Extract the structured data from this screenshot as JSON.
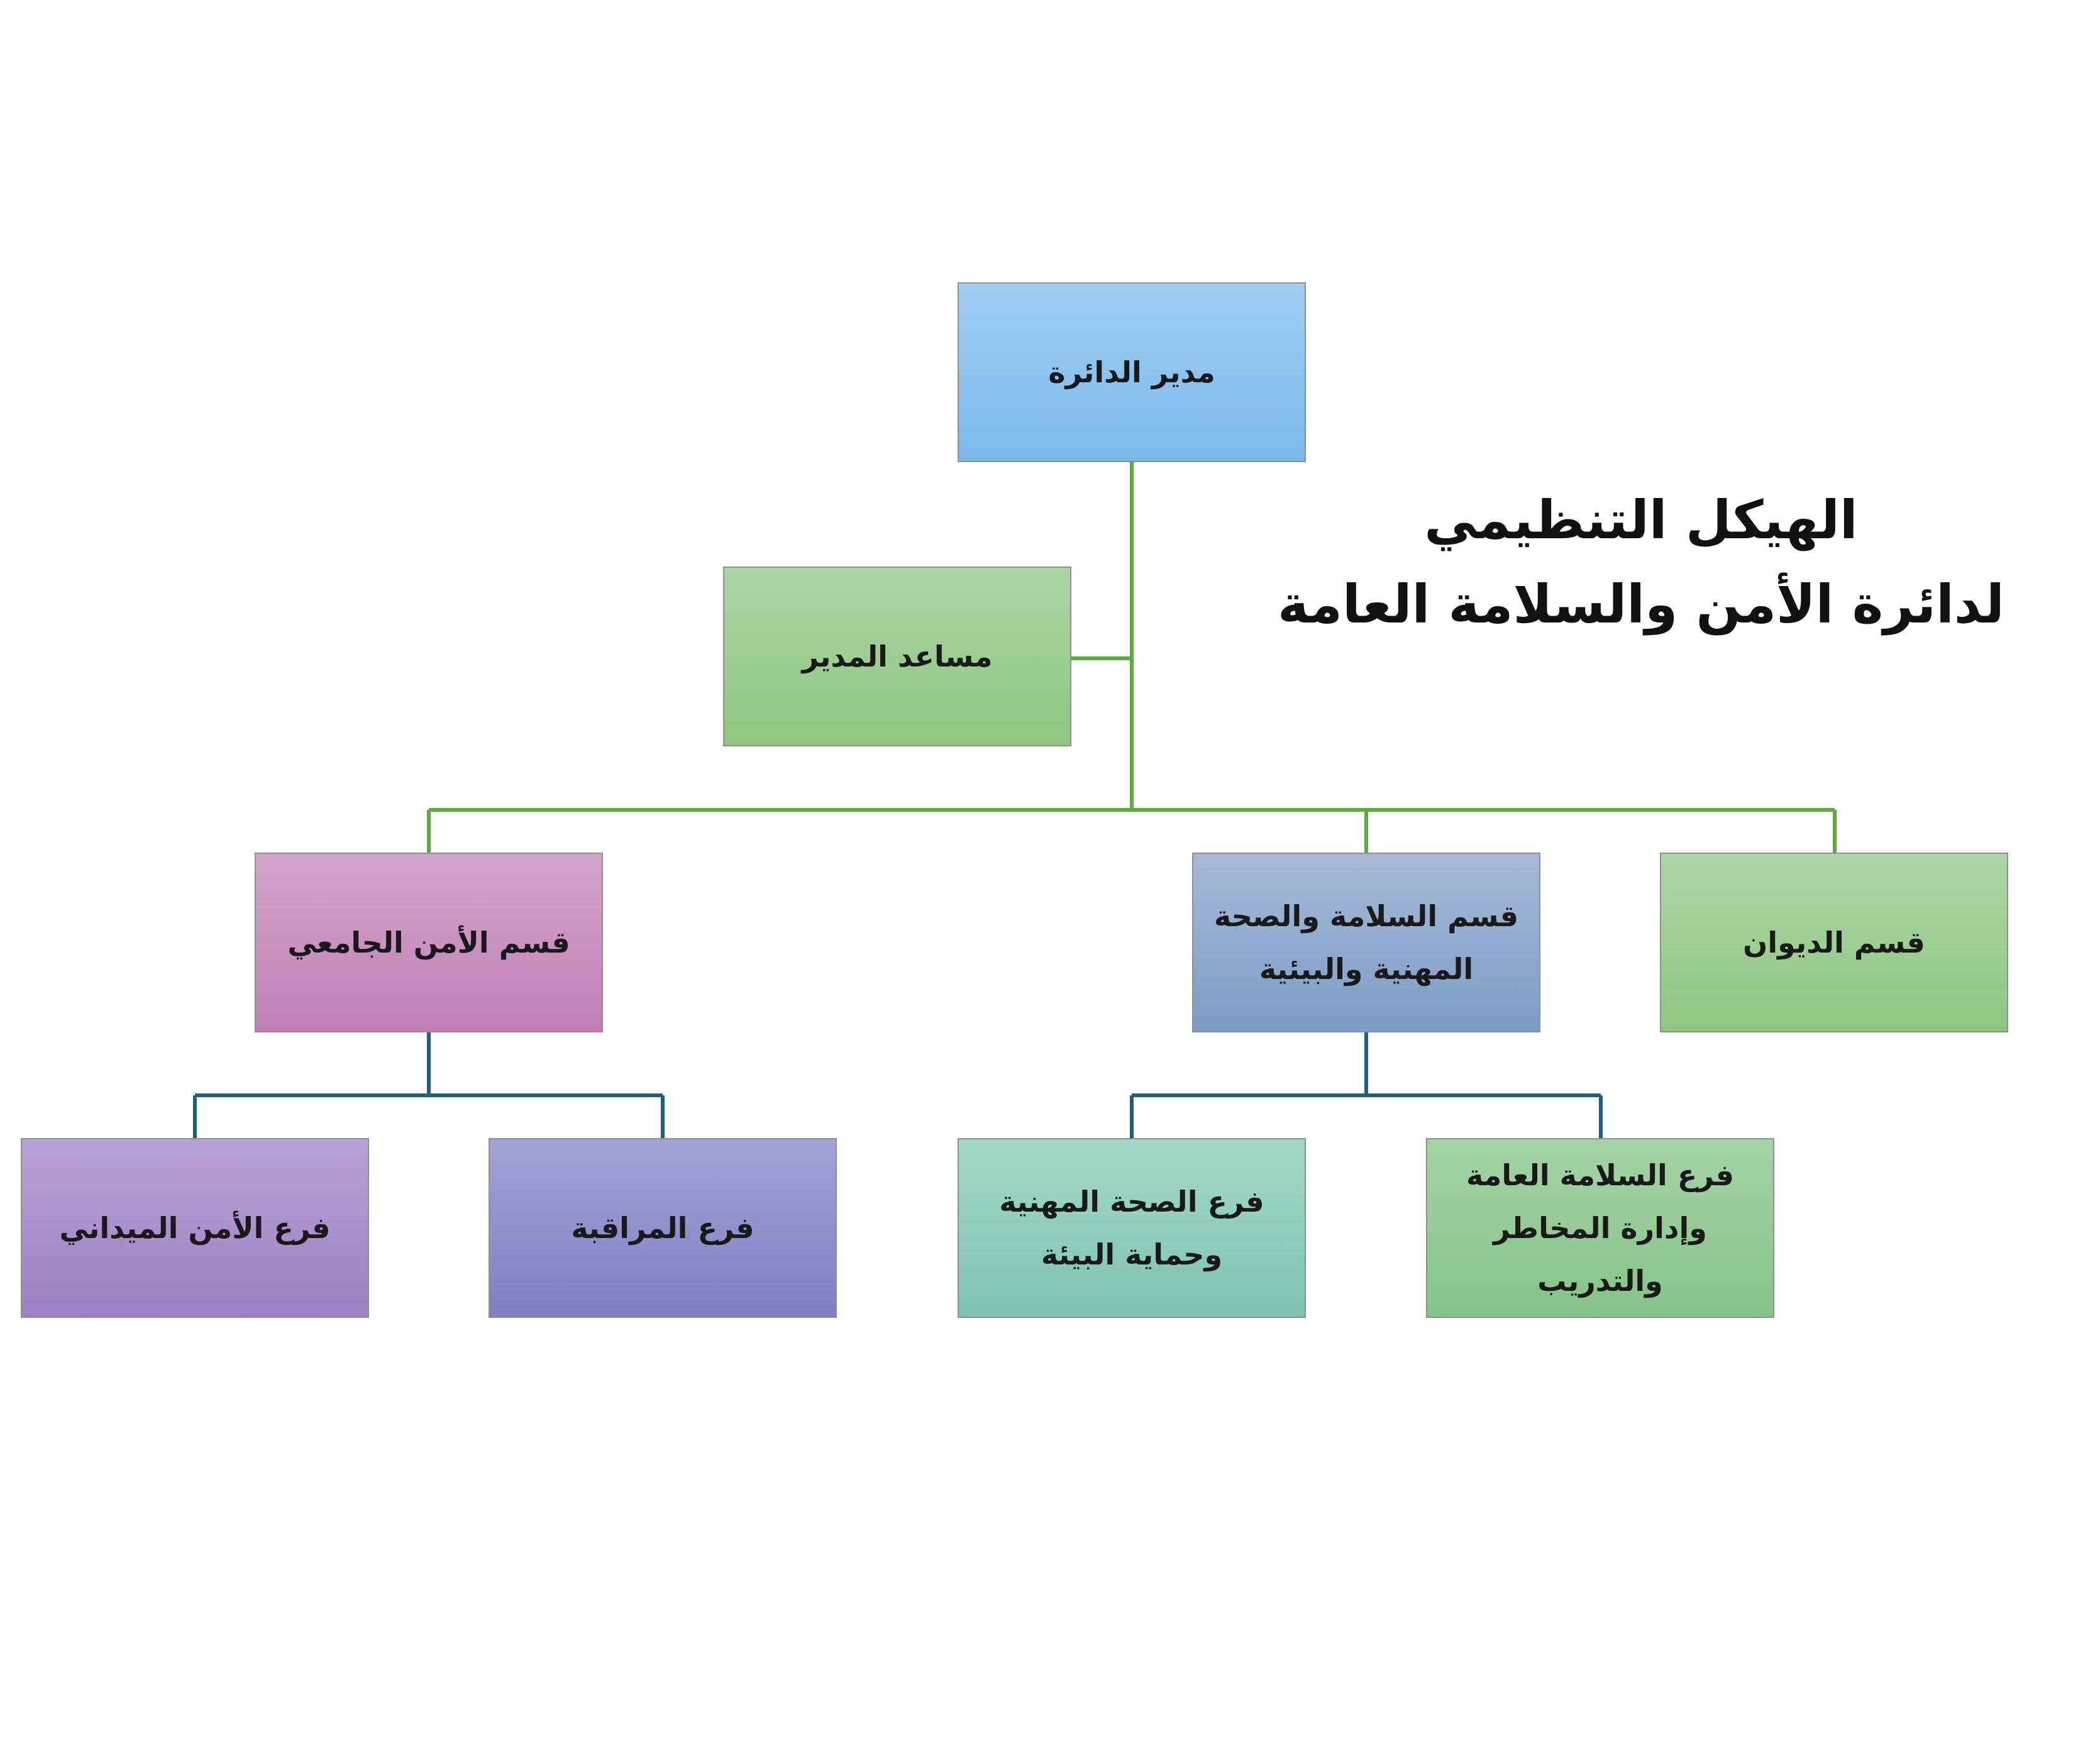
{
  "title": {
    "line1": "الهيكل التنظيمي",
    "line2": "لدائرة الأمن والسلامة العامة"
  },
  "nodes": {
    "director": "مدير الدائرة",
    "assistant": "مساعد المدير",
    "diwan": "قسم الديوان",
    "safety_dept": "قسم السلامة والصحة\nالمهنية والبيئية",
    "security_dept": "قسم الأمن الجامعي",
    "public_safety": "فرع السلامة العامة\nوإدارة المخاطر والتدريب",
    "health_branch": "فرع الصحة المهنية\nوحماية البيئة",
    "monitoring": "فرع المراقبة",
    "field_security": "فرع الأمن الميداني"
  },
  "colors": {
    "upper_connector": "#5aac3e",
    "lower_connector": "#1f5f80",
    "director": "#8cc3ee",
    "assistant": "#9dce93",
    "diwan": "#9dce93",
    "safety_dept": "#93abcf",
    "security_dept": "#ca92c1",
    "public_safety": "#95cb97",
    "health_branch": "#91cebd",
    "monitoring": "#9091cd",
    "field_security": "#aa91cc"
  }
}
